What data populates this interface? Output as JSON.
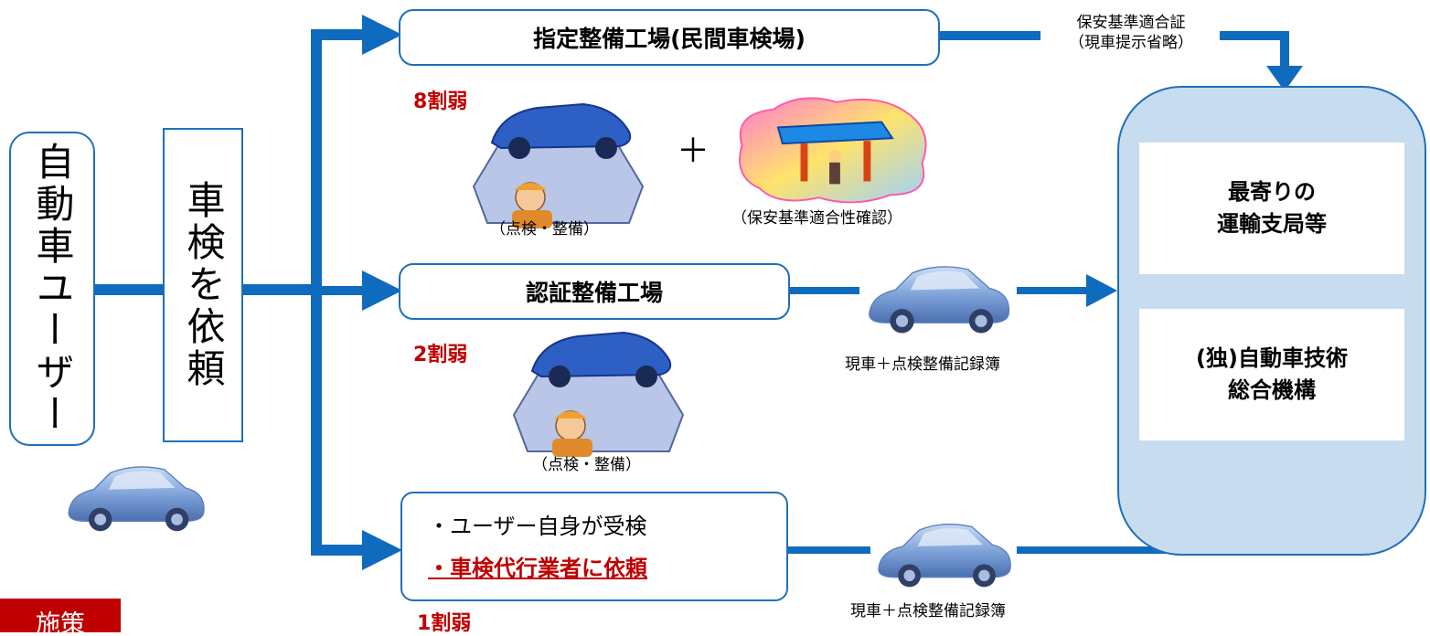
{
  "left": {
    "user_label": "自動車ユーザー",
    "request_label": "車検を依頼"
  },
  "routes": {
    "designated": {
      "title": "指定整備工場(民間車検場)",
      "share": "8割弱",
      "plus": "＋",
      "caption_left": "（点検・整備）",
      "caption_right": "（保安基準適合性確認）",
      "note_line1": "保安基準適合証",
      "note_line2": "（現車提示省略）"
    },
    "certified": {
      "title": "認証整備工場",
      "share": "2割弱",
      "caption": "（点検・整備）",
      "delivery": "現車＋点検整備記録簿"
    },
    "self": {
      "line1": "・ユーザー自身が受検",
      "line2": "・車検代行業者に依頼",
      "share": "1割弱",
      "delivery": "現車＋点検整備記録簿"
    }
  },
  "destination": {
    "card1": "最寄りの\n運輸支局等",
    "card2": "(独)自動車技術\n総合機構"
  },
  "footer_tag": "施策",
  "colors": {
    "arrow": "#0f6bbd",
    "share_red": "#c00000",
    "dest_fill": "#c8dcef",
    "car_body": "#7fa3d9"
  }
}
